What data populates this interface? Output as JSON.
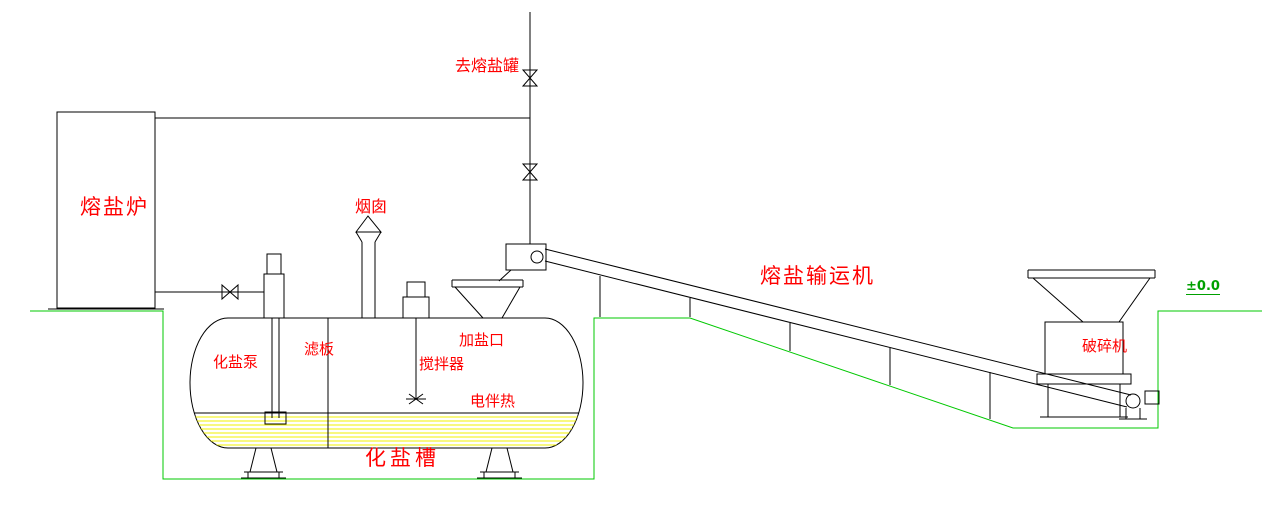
{
  "labels": {
    "furnace": "熔盐炉",
    "to_melt_tank": "去熔盐罐",
    "chimney": "烟囱",
    "salt_pump": "化盐泵",
    "filter_plate": "滤板",
    "agitator": "搅拌器",
    "salt_inlet": "加盐口",
    "electric_heat_tracing": "电伴热",
    "salt_dissolving_tank": "化盐槽",
    "conveyor": "熔盐输运机",
    "crusher": "破碎机",
    "elevation_mark": "±0.0"
  },
  "colors": {
    "line": "#000000",
    "ground": "#00c800",
    "label": "#ff0000",
    "liquid": "#f2f200",
    "elevation": "#00a000"
  }
}
